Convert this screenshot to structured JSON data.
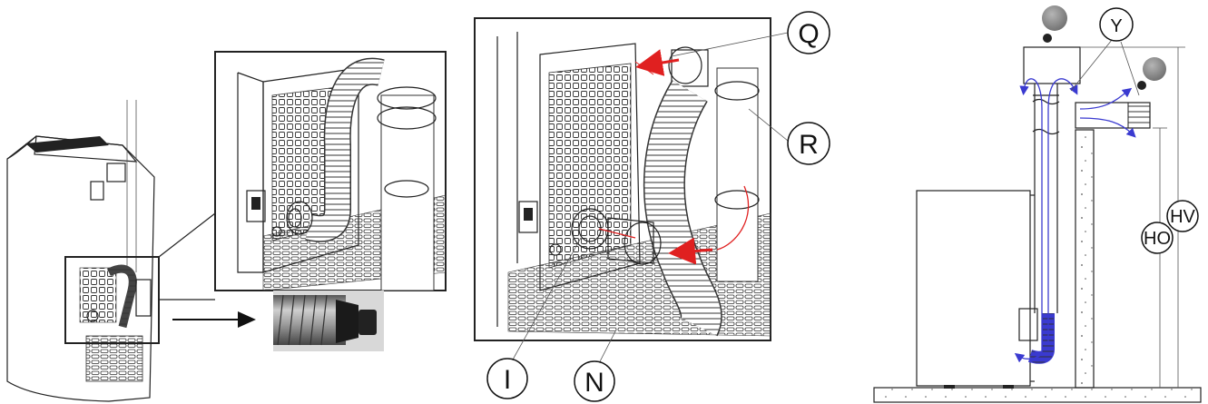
{
  "labels": {
    "Q": "Q",
    "R": "R",
    "I": "I",
    "N": "N",
    "Y": "Y",
    "HO": "HO",
    "HV": "HV"
  },
  "colors": {
    "arrow_red": "#e02020",
    "airflow_blue": "#3a3ad0",
    "line": "#222222",
    "fill_dark": "#2a2a2a",
    "fill_grey": "#8a8a8a"
  },
  "icons": {
    "flow_arrow": "arrow-right-icon"
  }
}
